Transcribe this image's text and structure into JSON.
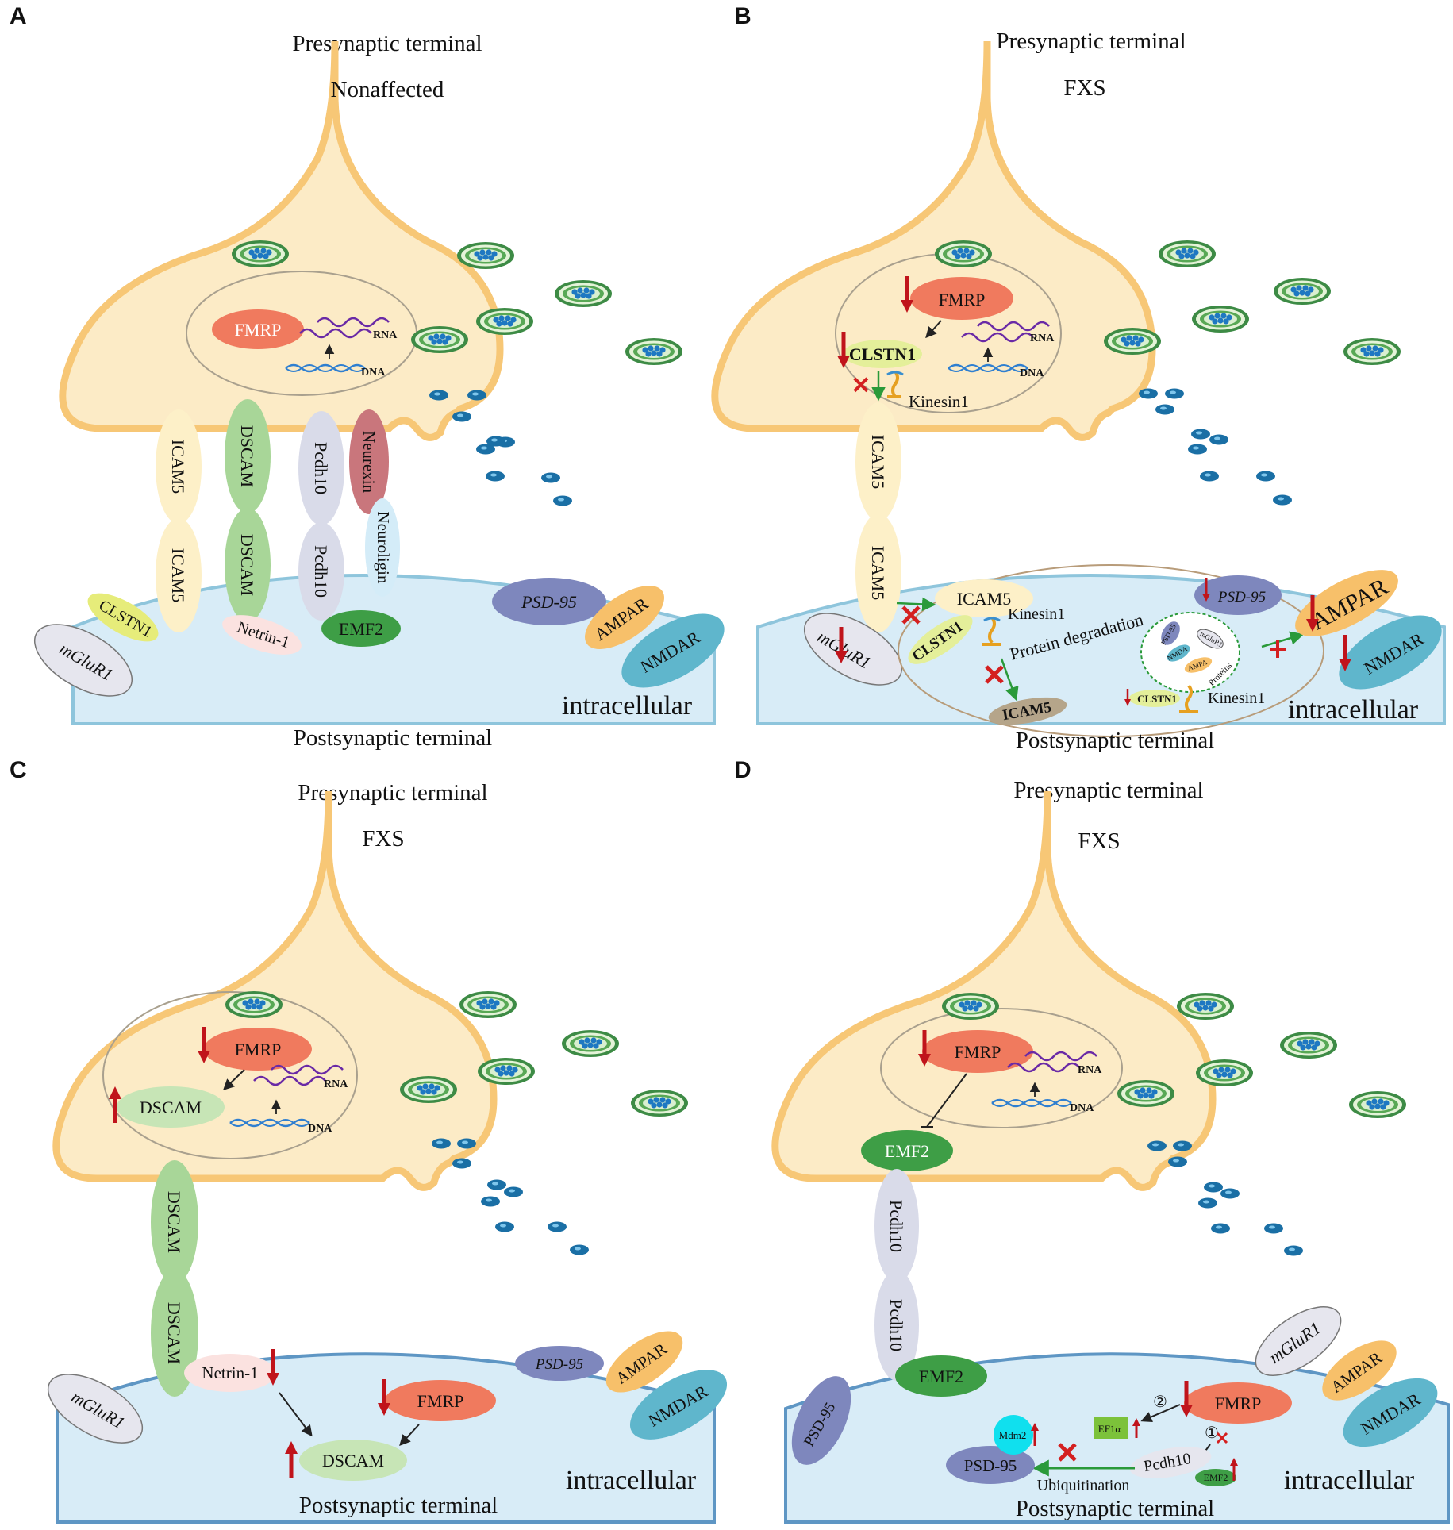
{
  "panels": {
    "A": {
      "letter": "A",
      "top": "Presynaptic terminal",
      "condition": "Nonaffected",
      "bottom": "Postsynaptic terminal",
      "intracellular": "intracellular",
      "labels": {
        "fmrp": "FMRP",
        "rna": "RNA",
        "dna": "DNA",
        "icam5_top": "ICAM5",
        "icam5_bottom": "ICAM5",
        "dscam_top": "DSCAM",
        "dscam_bottom": "DSCAM",
        "pcdh10_top": "Pcdh10",
        "pcdh10_bottom": "Pcdh10",
        "neurexin": "Neurexin",
        "neuroligin": "Neuroligin",
        "clstn1": "CLSTN1",
        "mglur1": "mGluR1",
        "netrin": "Netrin-1",
        "emf2": "EMF2",
        "psd95": "PSD-95",
        "ampar": "AMPAR",
        "nmdar": "NMDAR"
      }
    },
    "B": {
      "letter": "B",
      "top": "Presynaptic terminal",
      "condition": "FXS",
      "bottom": "Postsynaptic terminal",
      "intracellular": "intracellular",
      "labels": {
        "fmrp": "FMRP",
        "rna": "RNA",
        "dna": "DNA",
        "clstn1": "CLSTN1",
        "kinesin": "Kinesin1",
        "icam5_top": "ICAM5",
        "icam5_bottom": "ICAM5",
        "icam5_inner": "ICAM5",
        "clstn1_inner": "CLSTN1",
        "kinesin_inner": "Kinesin1",
        "protein_degradation": "Protein degradation",
        "icam5_degraded": "ICAM5",
        "psd95": "PSD-95",
        "ampar": "AMPAR",
        "nmdar": "NMDAR",
        "mglur1": "mGluR1",
        "cargo_psd95": "PSD-95",
        "cargo_nmda": "NMDA",
        "cargo_mglur1": "mGluR1",
        "cargo_ampa": "AMPA",
        "cargo_proteins": "Proteins",
        "clstn1_small": "CLSTN1",
        "kinesin_small": "Kinesin1"
      }
    },
    "C": {
      "letter": "C",
      "top": "Presynaptic terminal",
      "condition": "FXS",
      "bottom": "Postsynaptic terminal",
      "intracellular": "intracellular",
      "labels": {
        "fmrp": "FMRP",
        "rna": "RNA",
        "dna": "DNA",
        "dscam_inner": "DSCAM",
        "dscam_top": "DSCAM",
        "dscam_bottom": "DSCAM",
        "netrin": "Netrin-1",
        "mglur1": "mGluR1",
        "fmrp_post": "FMRP",
        "dscam_post": "DSCAM",
        "psd95": "PSD-95",
        "ampar": "AMPAR",
        "nmdar": "NMDAR"
      }
    },
    "D": {
      "letter": "D",
      "top": "Presynaptic terminal",
      "condition": "FXS",
      "bottom": "Postsynaptic terminal",
      "intracellular": "intracellular",
      "labels": {
        "fmrp": "FMRP",
        "rna": "RNA",
        "dna": "DNA",
        "emf2_pre": "EMF2",
        "pcdh10_top": "Pcdh10",
        "pcdh10_bottom": "Pcdh10",
        "emf2_post": "EMF2",
        "psd95_side": "PSD-95",
        "mglur1": "mGluR1",
        "ampar": "AMPAR",
        "nmdar": "NMDAR",
        "fmrp_post": "FMRP",
        "ef1a": "EF1α",
        "mdm2": "Mdm2",
        "psd95_post": "PSD-95",
        "ubiquitination": "Ubiquitination",
        "pcdh10_post": "Pcdh10",
        "emf2_small": "EMF2",
        "step1": "①",
        "step2": "②"
      }
    }
  },
  "colors": {
    "presynaptic_fill": "#fcebc6",
    "presynaptic_stroke": "#f7c776",
    "postsynaptic_fill": "#d8ecf7",
    "postsynaptic_stroke": "#8ec5dc",
    "up_down_arrow": "#c0141b",
    "green_arrow": "#2a9a3a",
    "block_x": "#d42020"
  }
}
